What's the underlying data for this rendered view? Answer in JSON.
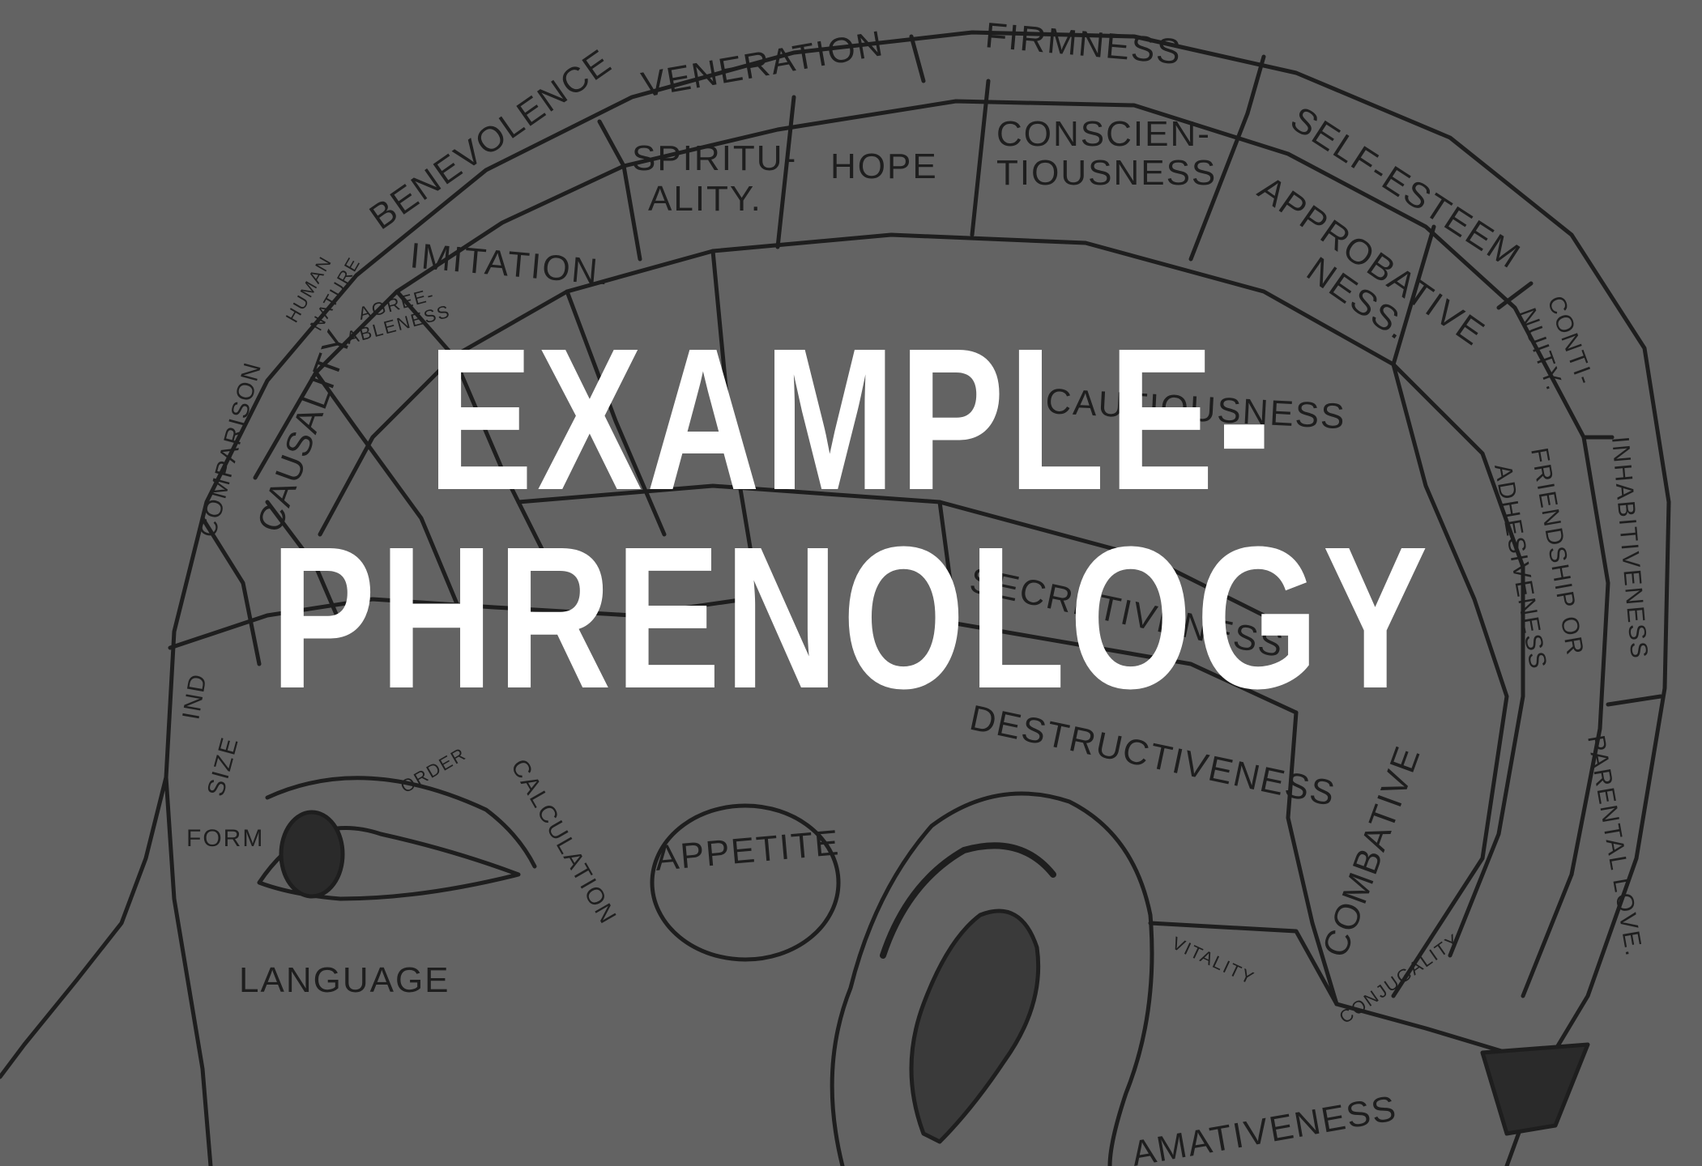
{
  "title": {
    "line1": "EXAMPLE-",
    "line2": "PHRENOLOGY"
  },
  "regions": {
    "firmness": "FIRMNESS",
    "veneration": "VENERATION",
    "benevolence": "BENEVOLENCE",
    "self_esteem": "SELF-ESTEEM",
    "spirituality_1": "SPIRITU-",
    "spirituality_2": "ALITY.",
    "hope": "HOPE",
    "conscientiousness_1": "CONSCIEN-",
    "conscientiousness_2": "TIOUSNESS",
    "approbativeness_1": "APPROBATIVE",
    "approbativeness_2": "NESS.",
    "imitation": "IMITATION.",
    "human_nature_1": "HUMAN",
    "human_nature_2": "NATURE",
    "agreeableness_1": "AGREE-",
    "agreeableness_2": "ABLENESS",
    "continuity_1": "CONTI-",
    "continuity_2": "NUITY.",
    "comparison": "COMPARISON",
    "causality": "CAUSALITY",
    "cautiousness": "CAUTIOUSNESS",
    "inhabitiveness": "INHABITIVENESS",
    "friendship_1": "FRIENDSHIP OR",
    "friendship_2": "ADHESIVENESS",
    "secretiveness": "SECRETIVENESS",
    "destructiveness": "DESTRUCTIVENESS",
    "individuality": "IND",
    "size": "SIZE",
    "form": "FORM",
    "order": "ORDER",
    "calculation": "CALCULATION",
    "language": "LANGUAGE",
    "appetite": "APPETITE",
    "combativeness": "COMBATIVE",
    "parental_love": "PARENTAL LOVE.",
    "conjugality": "CONJUGALITY",
    "vitality": "VITALITY",
    "amativeness": "AMATIVENESS"
  },
  "colors": {
    "background": "#636363",
    "ink": "#1e1e1e",
    "title": "#ffffff"
  }
}
